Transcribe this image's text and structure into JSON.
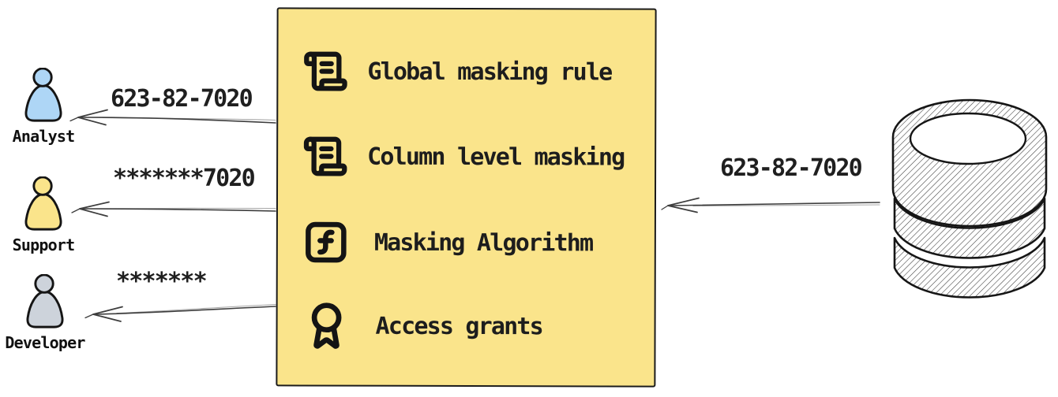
{
  "masking_box": {
    "fill": "#FAE48B",
    "border_color": "#1b1b1b",
    "items": [
      {
        "icon": "scroll-text-icon",
        "label": "Global masking rule"
      },
      {
        "icon": "scroll-text-icon",
        "label": "Column level masking"
      },
      {
        "icon": "function-square-icon",
        "label": "Masking Algorithm"
      },
      {
        "icon": "award-icon",
        "label": "Access grants"
      }
    ]
  },
  "consumers": [
    {
      "role": "Analyst",
      "icon": "person-icon",
      "fill": "#AED6F6",
      "received_value": "623-82-7020"
    },
    {
      "role": "Support",
      "icon": "person-icon",
      "fill": "#FAE48B",
      "received_value": "*******7020"
    },
    {
      "role": "Developer",
      "icon": "person-icon",
      "fill": "#CDD3DB",
      "received_value": "*******"
    }
  ],
  "database": {
    "icon": "database-icon",
    "outgoing_value": "623-82-7020"
  },
  "arrows": {
    "color": "#3d3d3d"
  }
}
